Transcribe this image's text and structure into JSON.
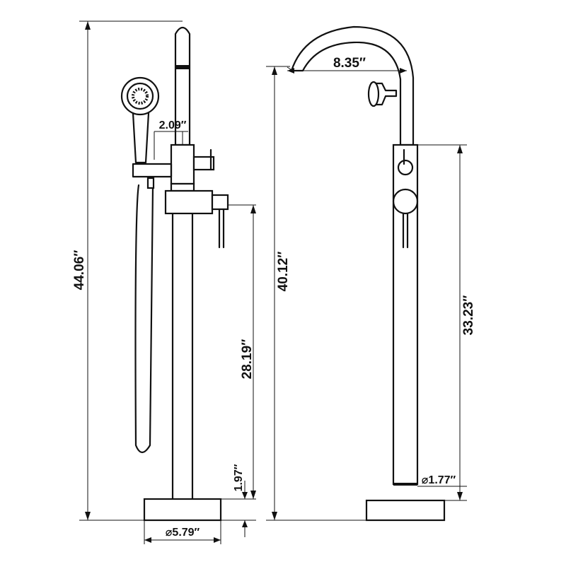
{
  "dimensions": {
    "total_height": "44.06″",
    "spout_height": "40.12″",
    "handle_height": "28.19″",
    "body_height": "33.23″",
    "spout_reach": "8.35″",
    "handle_offset": "2.09″",
    "base_thickness": "1.97″",
    "base_diameter": "⌀5.79″",
    "pipe_diameter": "⌀1.77″"
  },
  "colors": {
    "line": "#111111",
    "background": "#ffffff"
  }
}
